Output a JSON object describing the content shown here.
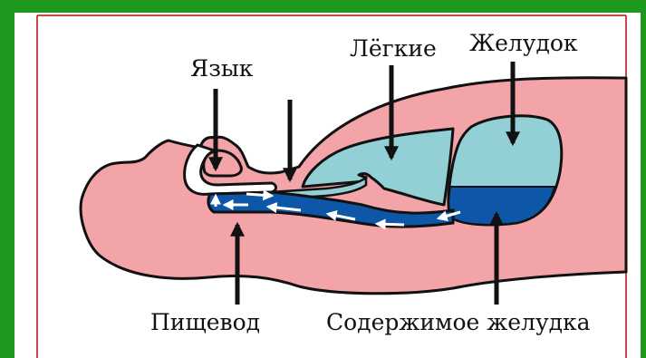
{
  "labels": {
    "tongue": "Язык",
    "lungs": "Лёгкие",
    "stomach": "Желудок",
    "esophagus": "Пищевод",
    "stomach_contents": "Содержимое желудка"
  },
  "colors": {
    "background_frame": "#1d9a1d",
    "panel_border": "#c24a4a",
    "body_fill": "#f2a4a8",
    "organ_fill": "#93d0d6",
    "contents_fill": "#0d56a8",
    "outline": "#111111"
  }
}
